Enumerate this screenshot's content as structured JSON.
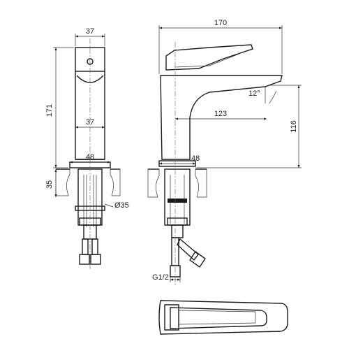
{
  "dimensions": {
    "front_top_width": "37",
    "front_height": "171",
    "front_body_width": "37",
    "front_base_width": "48",
    "mount_depth": "35",
    "hole_diameter": "Ø35",
    "side_length": "170",
    "spout_reach": "123",
    "spout_height": "116",
    "spout_angle": "12°",
    "side_base_width": "48",
    "thread": "G1/2"
  }
}
